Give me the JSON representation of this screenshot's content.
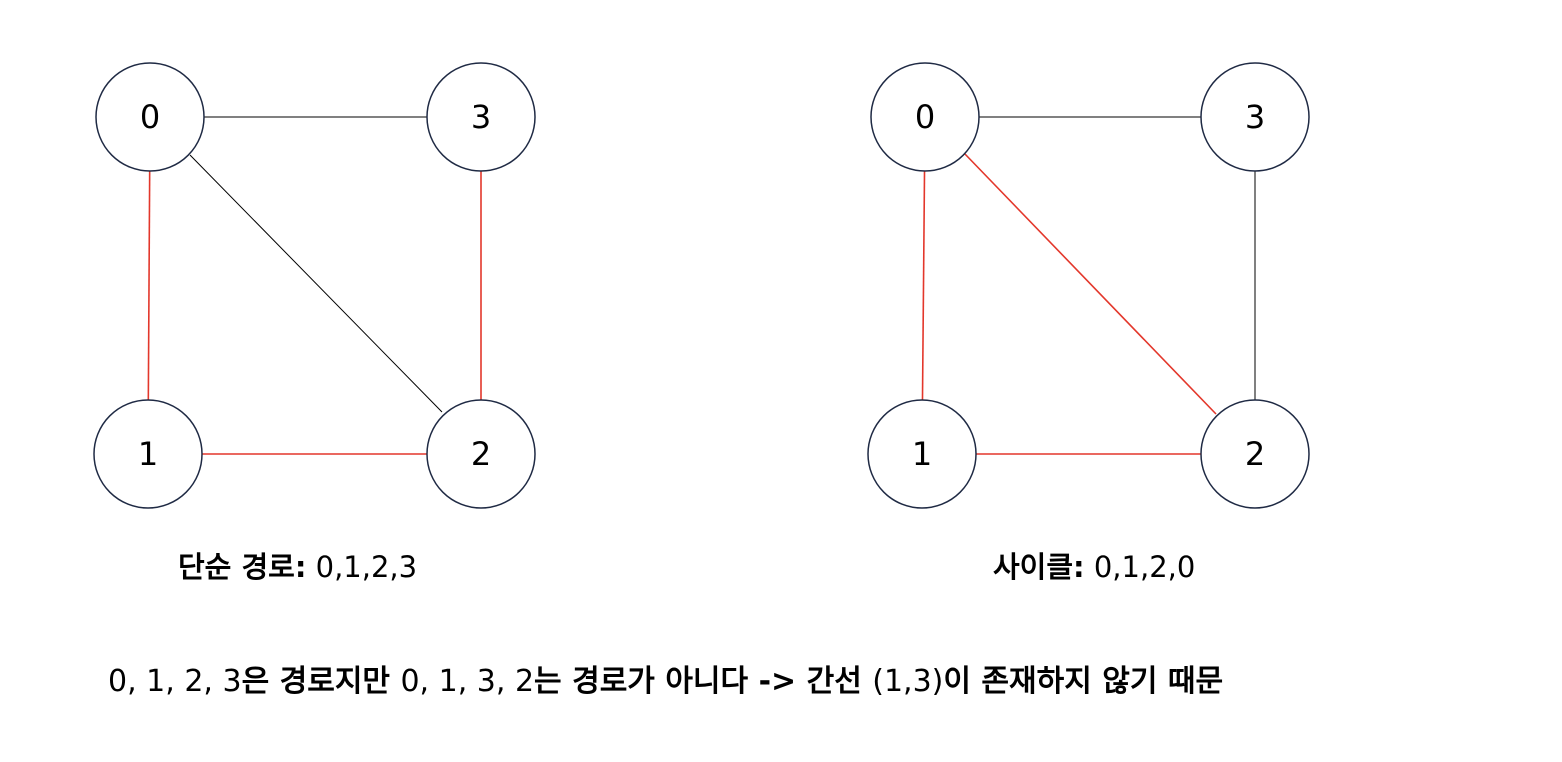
{
  "graphs": [
    {
      "id": "simple-path",
      "nodes": [
        {
          "id": "0",
          "label": "0"
        },
        {
          "id": "3",
          "label": "3"
        },
        {
          "id": "1",
          "label": "1"
        },
        {
          "id": "2",
          "label": "2"
        }
      ],
      "edges": [
        {
          "from": "0",
          "to": "3",
          "color": "#000000"
        },
        {
          "from": "0",
          "to": "1",
          "color": "#e3372b"
        },
        {
          "from": "0",
          "to": "2",
          "color": "#000000"
        },
        {
          "from": "3",
          "to": "2",
          "color": "#e3372b"
        },
        {
          "from": "1",
          "to": "2",
          "color": "#e3372b"
        }
      ],
      "caption": {
        "term": "단순 경로:",
        "value": " 0,1,2,3"
      }
    },
    {
      "id": "cycle",
      "nodes": [
        {
          "id": "0",
          "label": "0"
        },
        {
          "id": "3",
          "label": "3"
        },
        {
          "id": "1",
          "label": "1"
        },
        {
          "id": "2",
          "label": "2"
        }
      ],
      "edges": [
        {
          "from": "0",
          "to": "3",
          "color": "#000000"
        },
        {
          "from": "0",
          "to": "1",
          "color": "#e3372b"
        },
        {
          "from": "0",
          "to": "2",
          "color": "#e3372b"
        },
        {
          "from": "3",
          "to": "2",
          "color": "#000000"
        },
        {
          "from": "1",
          "to": "2",
          "color": "#e3372b"
        }
      ],
      "caption": {
        "term": "사이클:",
        "value": " 0,1,2,0"
      }
    }
  ],
  "note": {
    "p1": "0, 1, 2, 3",
    "p2": "은 경로지만 ",
    "p3": "0, 1, 3, 2",
    "p4": "는 경로가 아니다  ->  간선 ",
    "p5": "(1,3)",
    "p6": "이 존재하지 않기 때문"
  },
  "colors": {
    "path_edge": "#e3372b",
    "plain_edge": "#000000",
    "node_stroke": "#1f2a44"
  }
}
